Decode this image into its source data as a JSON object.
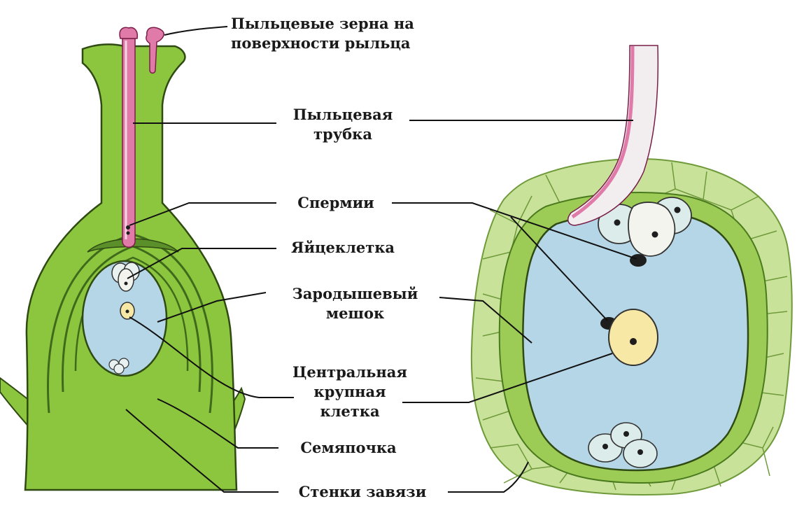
{
  "labels": {
    "pollen_grains": [
      "Пыльцевые зерна на",
      "поверхности рыльца"
    ],
    "pollen_tube": [
      "Пыльцевая",
      "трубка"
    ],
    "sperm": "Спермии",
    "egg_cell": "Яйцеклетка",
    "embryo_sac": [
      "Зародышевый",
      "мешок"
    ],
    "central_cell": [
      "Центральная",
      "крупная",
      "клетка"
    ],
    "ovule": "Семяпочка",
    "ovary_walls": "Стенки завязи"
  },
  "colors": {
    "pistil_green": "#8cc63f",
    "pistil_outline": "#2f4a12",
    "dark_green": "#5b8f2a",
    "cell_tissue": "#c9e29a",
    "sac_blue": "#b5d6e6",
    "pollen_tube_pink": "#e07aa8",
    "central_cell_yellow": "#f7e8a6",
    "nucleus": "#1e1e1e"
  }
}
